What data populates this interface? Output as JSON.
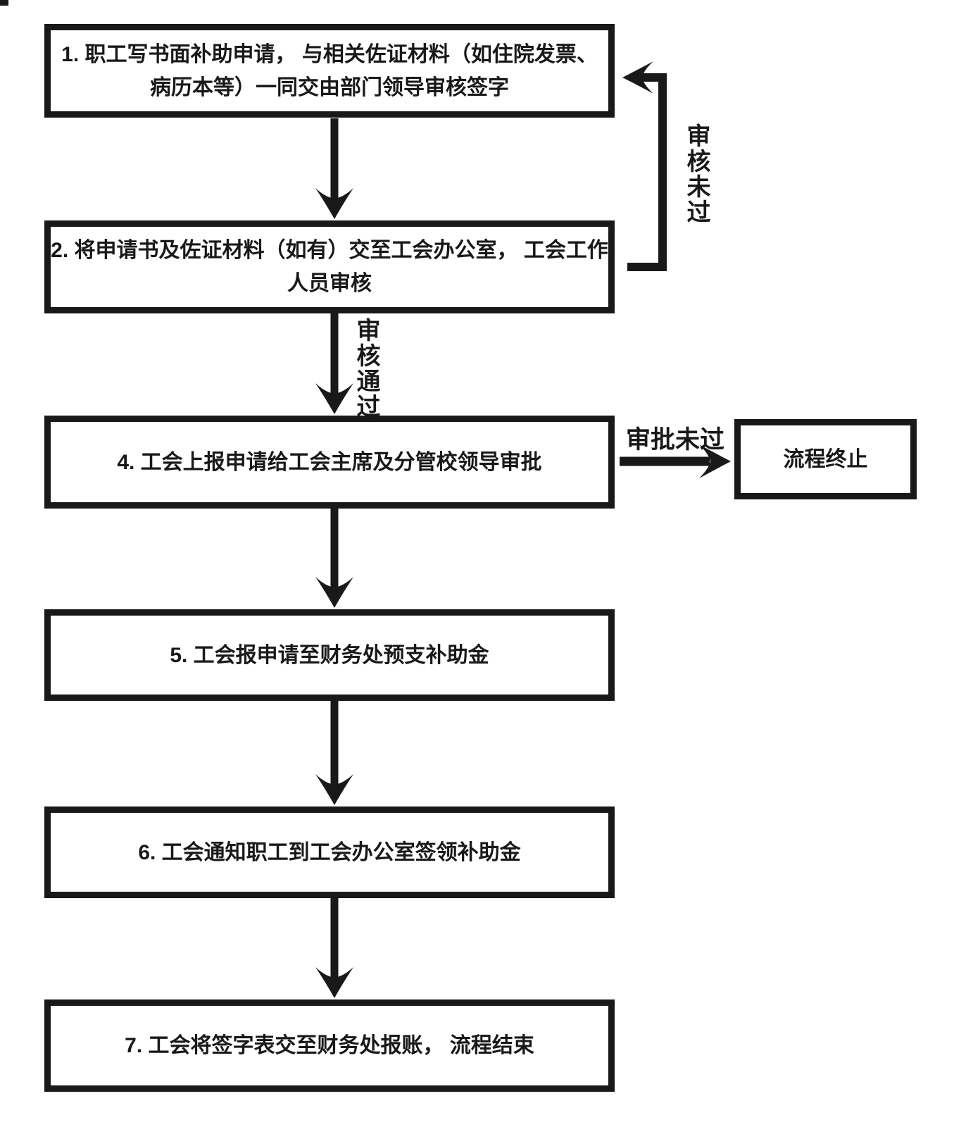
{
  "flowchart": {
    "steps": [
      {
        "number": "1",
        "text": "1. 职工写书面补助申请，  与相关佐证材料（如住院发票、\n病历本等）一同交由部门领导审核签字"
      },
      {
        "number": "2",
        "text": "2. 将申请书及佐证材料（如有）交至工会办公室，  工会工作\n人员审核"
      },
      {
        "number": "4",
        "text": "4. 工会上报申请给工会主席及分管校领导审批"
      },
      {
        "number": "5",
        "text": "5. 工会报申请至财务处预支补助金"
      },
      {
        "number": "6",
        "text": "6. 工会通知职工到工会办公室签领补助金"
      },
      {
        "number": "7",
        "text": "7. 工会将签字表交至财务处报账，  流程结束"
      }
    ],
    "terminal": {
      "text": "流程终止"
    },
    "edge_labels": {
      "review_failed": "审核未过",
      "review_passed": "审核通过",
      "approval_failed": "审批未过"
    },
    "colors": {
      "line": "#191919",
      "text": "#191919",
      "background": "#ffffff"
    }
  }
}
